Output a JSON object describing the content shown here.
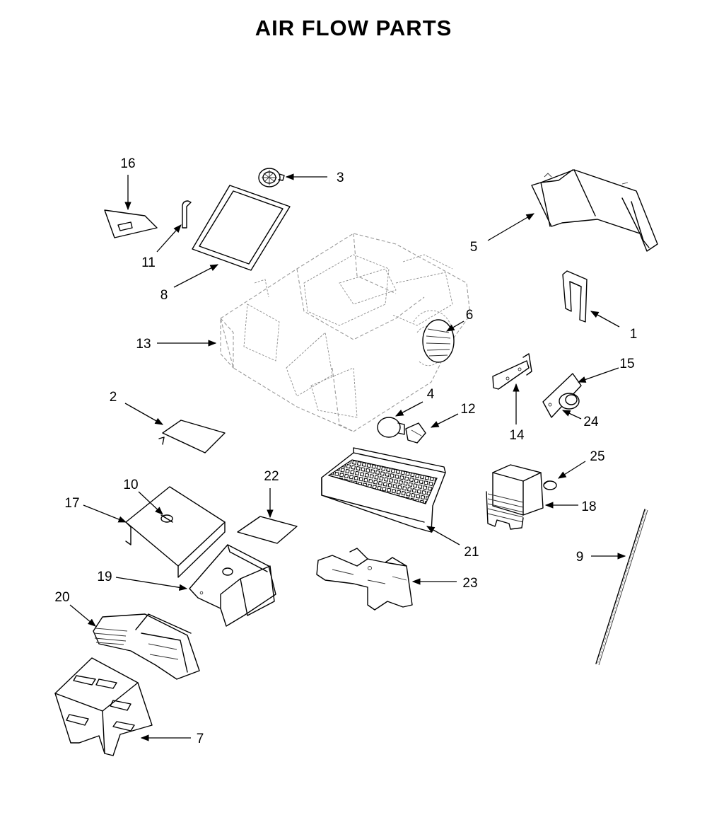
{
  "title": "AIR FLOW PARTS",
  "callouts": [
    {
      "id": "c1",
      "label": "1"
    },
    {
      "id": "c2",
      "label": "2"
    },
    {
      "id": "c3",
      "label": "3"
    },
    {
      "id": "c4",
      "label": "4"
    },
    {
      "id": "c5",
      "label": "5"
    },
    {
      "id": "c6",
      "label": "6"
    },
    {
      "id": "c7",
      "label": "7"
    },
    {
      "id": "c8",
      "label": "8"
    },
    {
      "id": "c9",
      "label": "9"
    },
    {
      "id": "c10",
      "label": "10"
    },
    {
      "id": "c11",
      "label": "11"
    },
    {
      "id": "c12",
      "label": "12"
    },
    {
      "id": "c13",
      "label": "13"
    },
    {
      "id": "c14",
      "label": "14"
    },
    {
      "id": "c15",
      "label": "15"
    },
    {
      "id": "c16",
      "label": "16"
    },
    {
      "id": "c17",
      "label": "17"
    },
    {
      "id": "c18",
      "label": "18"
    },
    {
      "id": "c19",
      "label": "19"
    },
    {
      "id": "c20",
      "label": "20"
    },
    {
      "id": "c21",
      "label": "21"
    },
    {
      "id": "c22",
      "label": "22"
    },
    {
      "id": "c23",
      "label": "23"
    },
    {
      "id": "c24",
      "label": "24"
    },
    {
      "id": "c25",
      "label": "25"
    }
  ]
}
